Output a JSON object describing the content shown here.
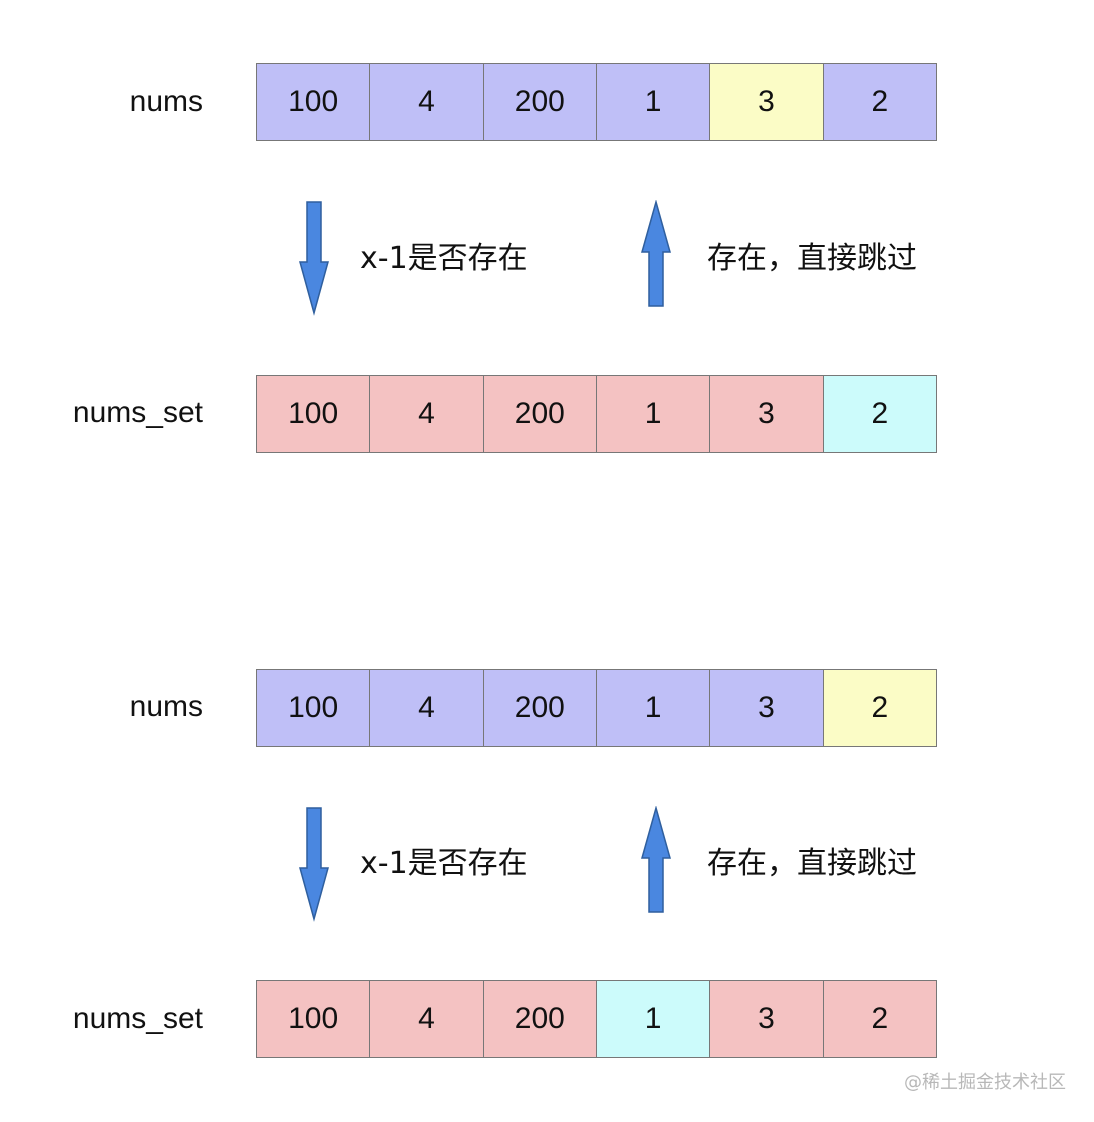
{
  "colors": {
    "nums_cell": "#bfbff7",
    "set_cell": "#f4c2c2",
    "highlight_yellow": "#fbfcc6",
    "highlight_cyan": "#ccfbfb",
    "arrow_fill": "#4a87e0",
    "border": "#777777"
  },
  "groups": [
    {
      "nums": {
        "label": "nums",
        "values": [
          "100",
          "4",
          "200",
          "1",
          "3",
          "2"
        ],
        "highlight_index": 4
      },
      "down_note": "x-1是否存在",
      "up_note": "存在，直接跳过",
      "set": {
        "label": "nums_set",
        "values": [
          "100",
          "4",
          "200",
          "1",
          "3",
          "2"
        ],
        "highlight_index": 5
      }
    },
    {
      "nums": {
        "label": "nums",
        "values": [
          "100",
          "4",
          "200",
          "1",
          "3",
          "2"
        ],
        "highlight_index": 5
      },
      "down_note": "x-1是否存在",
      "up_note": "存在，直接跳过",
      "set": {
        "label": "nums_set",
        "values": [
          "100",
          "4",
          "200",
          "1",
          "3",
          "2"
        ],
        "highlight_index": 3
      }
    }
  ],
  "watermark": "@稀土掘金技术社区"
}
